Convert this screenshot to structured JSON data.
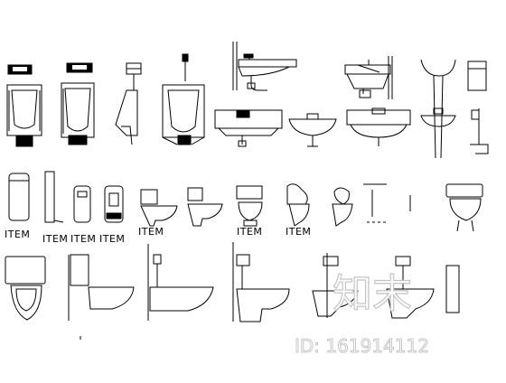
{
  "drawing": {
    "item_label": "ITEM"
  },
  "watermark": {
    "brand_text": "知末",
    "id_text": "ID: 161914112"
  }
}
